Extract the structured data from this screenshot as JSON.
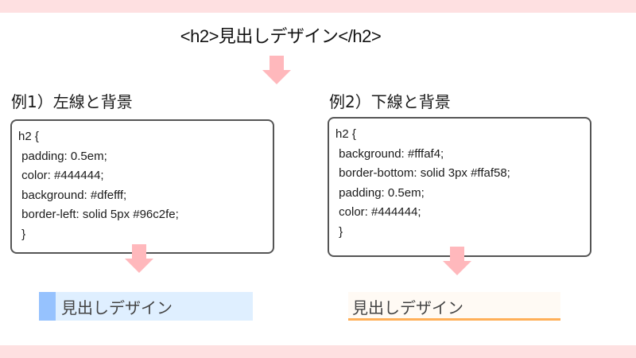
{
  "header": {
    "title": "<h2>見出しデザイン</h2>"
  },
  "colors": {
    "band": "#fee0e1",
    "arrow": "#ffb8bc",
    "box_border": "#555555"
  },
  "examples": [
    {
      "title": "例1）左線と背景",
      "code": [
        "h2 {",
        " padding: 0.5em;",
        " color: #444444;",
        " background: #dfefff;",
        " border-left: solid 5px #96c2fe;",
        " }"
      ],
      "result_label": "見出しデザイン",
      "result_style": {
        "background": "#dfefff",
        "border_left": "#96c2fe",
        "color": "#444444"
      }
    },
    {
      "title": "例2）下線と背景",
      "code": [
        "h2 {",
        " background: #fffaf4;",
        " border-bottom: solid 3px #ffaf58;",
        " padding: 0.5em;",
        " color: #444444;",
        " }"
      ],
      "result_label": "見出しデザイン",
      "result_style": {
        "background": "#fffaf4",
        "border_bottom": "#ffaf58",
        "color": "#444444"
      }
    }
  ]
}
